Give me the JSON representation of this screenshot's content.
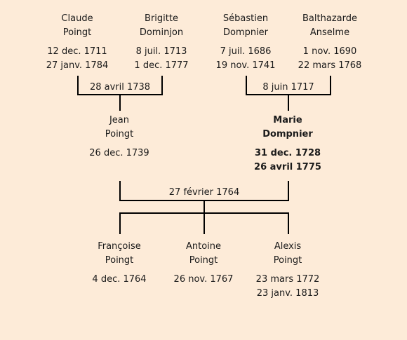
{
  "grandparents": [
    {
      "given": "Claude",
      "surname": "Poingt",
      "birth": "12 dec. 1711",
      "death": "27 janv. 1784"
    },
    {
      "given": "Brigitte",
      "surname": "Dominjon",
      "birth": "8 juil. 1713",
      "death": "1 dec. 1777"
    },
    {
      "given": "Sébastien",
      "surname": "Dompnier",
      "birth": "7 juil. 1686",
      "death": "19 nov. 1741"
    },
    {
      "given": "Balthazarde",
      "surname": "Anselme",
      "birth": "1 nov. 1690",
      "death": "22 mars 1768"
    }
  ],
  "grandparent_marriages": [
    "28 avril 1738",
    "8 juin 1717"
  ],
  "parents": [
    {
      "given": "Jean",
      "surname": "Poingt",
      "birth": "26 dec. 1739",
      "death": ""
    },
    {
      "given": "Marie",
      "surname": "Dompnier",
      "birth": "31 dec. 1728",
      "death": "26 avril 1775"
    }
  ],
  "parent_marriage": "27 février 1764",
  "children": [
    {
      "given": "Françoise",
      "surname": "Poingt",
      "birth": "4 dec. 1764",
      "death": ""
    },
    {
      "given": "Antoine",
      "surname": "Poingt",
      "birth": "26 nov. 1767",
      "death": ""
    },
    {
      "given": "Alexis",
      "surname": "Poingt",
      "birth": "23 mars 1772",
      "death": "23 janv. 1813"
    }
  ]
}
